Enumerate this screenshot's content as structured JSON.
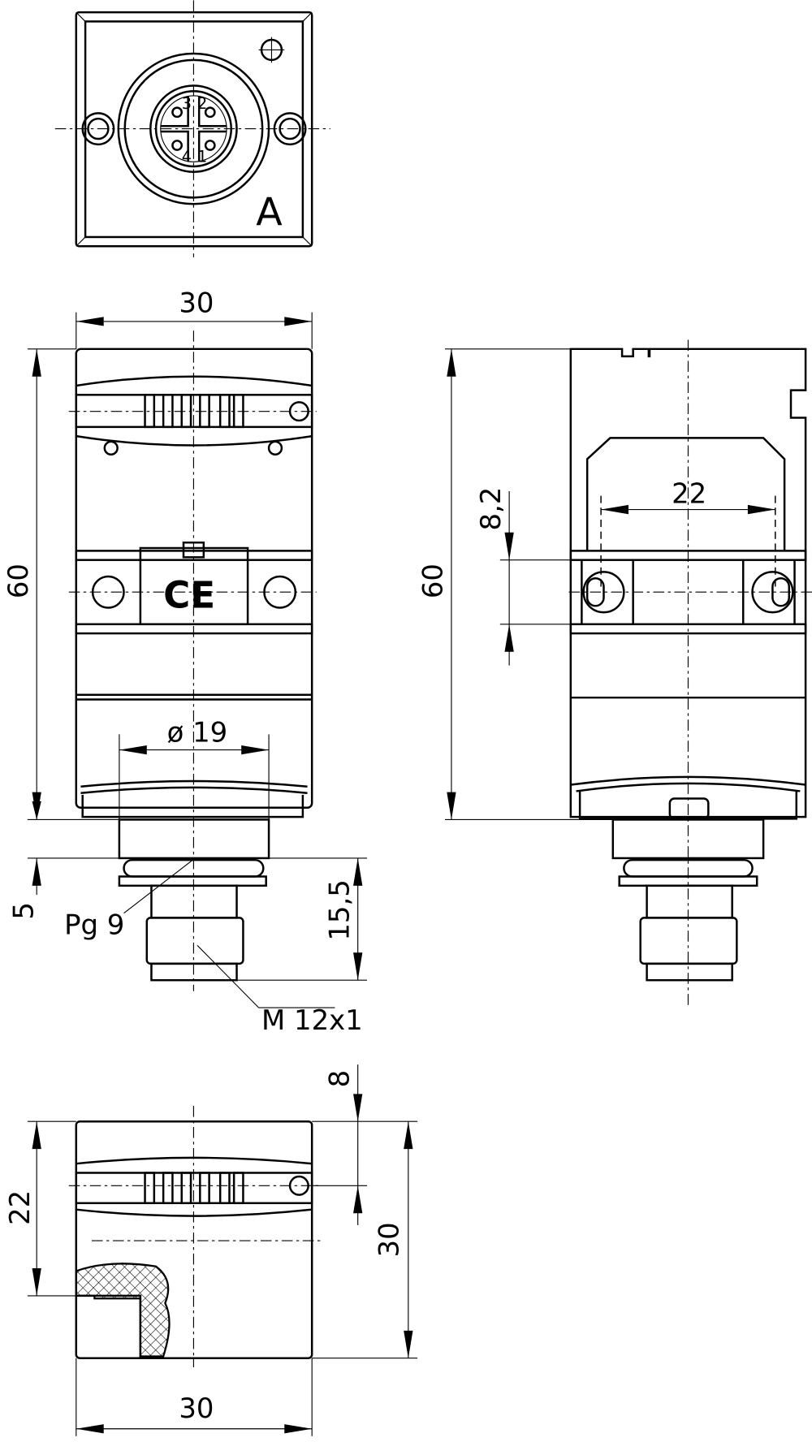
{
  "drawing": {
    "top_view": {
      "marking": "A",
      "pins": [
        "1",
        "2",
        "3",
        "4"
      ]
    },
    "front_view": {
      "width": "30",
      "height": "60",
      "diameter": "ø 19",
      "offset": "5",
      "gland": "Pg 9",
      "connector_length": "15,5",
      "thread": "M 12x1",
      "mark": "CE"
    },
    "side_view": {
      "hole_spacing": "22",
      "hole_offset": "8,2",
      "height": "60"
    },
    "bottom_view": {
      "height": "22",
      "offset": "8",
      "depth": "30",
      "width": "30"
    }
  }
}
